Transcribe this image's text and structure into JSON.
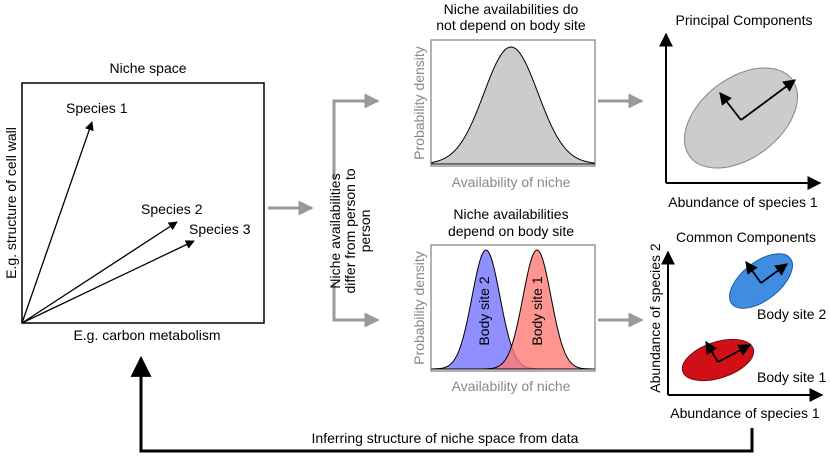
{
  "niche_space": {
    "title": "Niche space",
    "y_axis_label": "E.g. structure of cell wall",
    "x_axis_label": "E.g. carbon metabolism",
    "species": [
      "Species 1",
      "Species 2",
      "Species 3"
    ]
  },
  "branch_label": [
    "Niche availabilities",
    "differ from person to",
    "person"
  ],
  "top_panel": {
    "title": [
      "Niche availabilities do",
      "not depend on body site"
    ],
    "y_axis_label": "Probability density",
    "x_axis_label": "Availability of niche"
  },
  "bottom_panel": {
    "title": [
      "Niche availabilities",
      "depend on body site"
    ],
    "y_axis_label": "Probability density",
    "x_axis_label": "Availability of niche",
    "curves": [
      {
        "label": "Body site 2",
        "color": "#7b7bff"
      },
      {
        "label": "Body site 1",
        "color": "#ff7a74"
      }
    ]
  },
  "pca_panel": {
    "title": "Principal Components",
    "x_axis_label": "Abundance of species 1"
  },
  "common_panel": {
    "title": "Common Components",
    "x_axis_label": "Abundance of species 1",
    "y_axis_label": "Abundance of species 2",
    "sites": [
      {
        "label": "Body site 2",
        "color": "#3f8ce0"
      },
      {
        "label": "Body site 1",
        "color": "#d10f16"
      }
    ]
  },
  "feedback_label": "Inferring structure of niche space from data"
}
